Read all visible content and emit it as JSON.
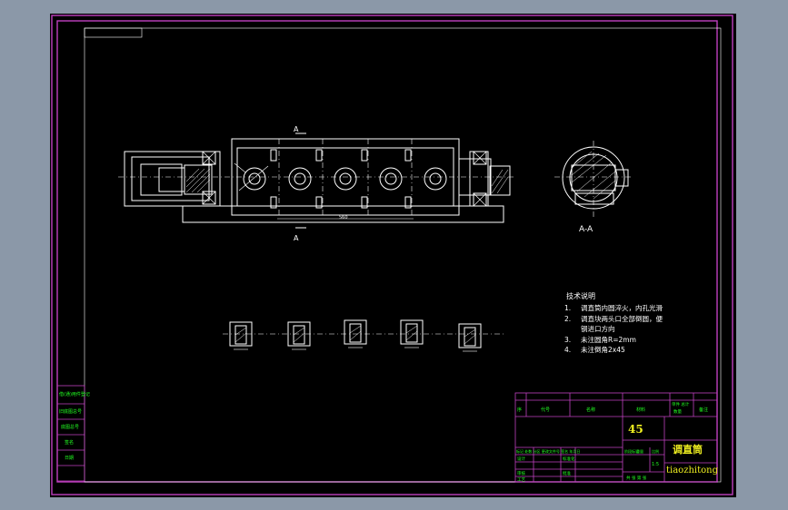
{
  "drawing": {
    "section_label_top": "A",
    "section_label_bottom": "A",
    "section_view_label": "A-A",
    "dimension_length": "560"
  },
  "notes": {
    "title": "技术说明",
    "items": [
      {
        "num": "1.",
        "text": "调直筒内圆淬火，内孔光滑"
      },
      {
        "num": "2.",
        "text": "调直块两头口全部倒圆，便"
      },
      {
        "num": "",
        "text": "钢进口方向"
      },
      {
        "num": "3.",
        "text": "未注圆角R=2mm"
      },
      {
        "num": "4.",
        "text": "未注倒角2x45"
      }
    ]
  },
  "title_block": {
    "material": "45",
    "part_name": "调直筒",
    "drawing_code": "tiaozhitong",
    "scale": "1:5",
    "header_cols": [
      "序",
      "代号",
      "名称",
      "材料",
      "单件 总计",
      "备注"
    ],
    "header_sub": "数量",
    "rows_left": [
      "标记 处数 分区 更改文件号 签名 年月日",
      "设计",
      "审核",
      "工艺"
    ],
    "rows_mid": [
      "标准化",
      "批准"
    ],
    "right_labels": [
      "阶段标记",
      "重量",
      "比例"
    ],
    "sheet_label": "共 张 第 张"
  },
  "side_stamps": [
    "借(通)用件登记",
    "旧底图总号",
    "底图总号",
    "签名",
    "日期"
  ],
  "colors": {
    "frame": "#c040c0",
    "lines": "#ffffff",
    "table_text": "#22ff22",
    "material_text": "#f0f020"
  }
}
